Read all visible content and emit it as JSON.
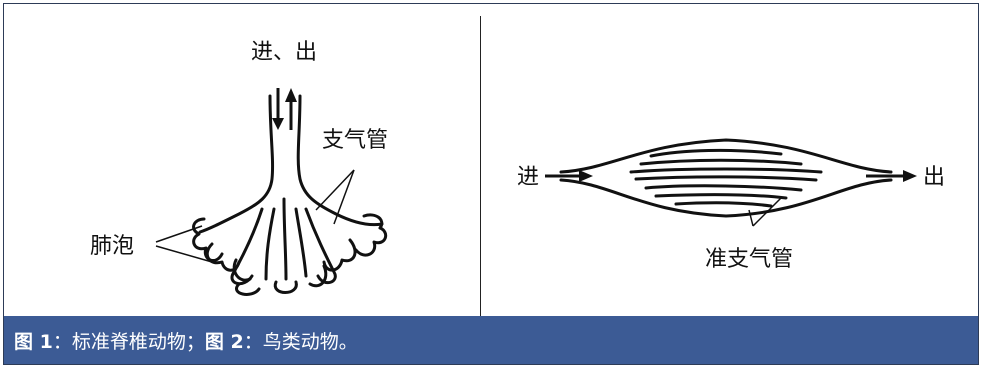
{
  "figure1": {
    "label_top": "进、出",
    "label_bronchi": "支气管",
    "label_alveoli": "肺泡"
  },
  "figure2": {
    "label_in": "进",
    "label_out": "出",
    "label_parabronchi": "准支气管"
  },
  "caption": {
    "fig1_label": "图 1",
    "fig1_sep": "：",
    "fig1_text": "标准脊椎动物；",
    "fig2_label": "图 2",
    "fig2_sep": "：",
    "fig2_text": "鸟类动物。"
  },
  "colors": {
    "caption_bg": "#3c5b95",
    "caption_text": "#ffffff",
    "line": "#111111"
  }
}
